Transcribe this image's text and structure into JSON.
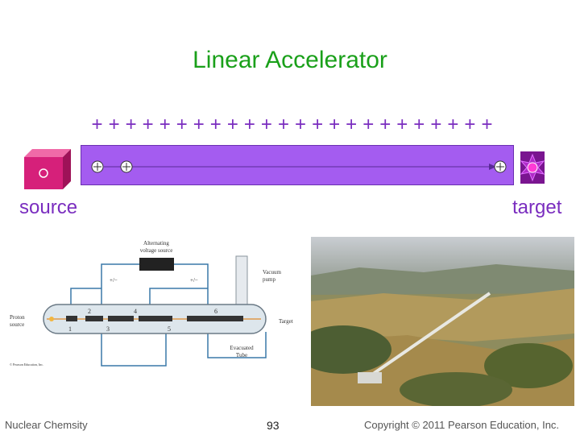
{
  "title": "Linear Accelerator",
  "labels": {
    "source": "source",
    "target": "target"
  },
  "tube": {
    "color": "#a45cf0",
    "plus_count": 24,
    "particle_symbol": "+"
  },
  "schematic": {
    "alternating_voltage_source": [
      "Alternating",
      "voltage source"
    ],
    "vacuum_pump": [
      "Vacuum",
      "pump"
    ],
    "proton_source": [
      "Proton",
      "source"
    ],
    "target": "Target",
    "evacuated_tube": [
      "Evacuated",
      "Tube"
    ],
    "polarity_left": "+/−",
    "polarity_right": "+/−",
    "segments_top": [
      "2",
      "4",
      "6"
    ],
    "segments_bottom": [
      "1",
      "3",
      "5"
    ],
    "credit": "© Pearson Education, Inc."
  },
  "footer": {
    "left": "Nuclear Chemsity",
    "page": "93",
    "right": "Copyright © 2011 Pearson Education, Inc."
  },
  "colors": {
    "title": "#1aa01a",
    "label": "#7a2dbf",
    "source_box": "#d6207a",
    "target": "#7a1590"
  }
}
